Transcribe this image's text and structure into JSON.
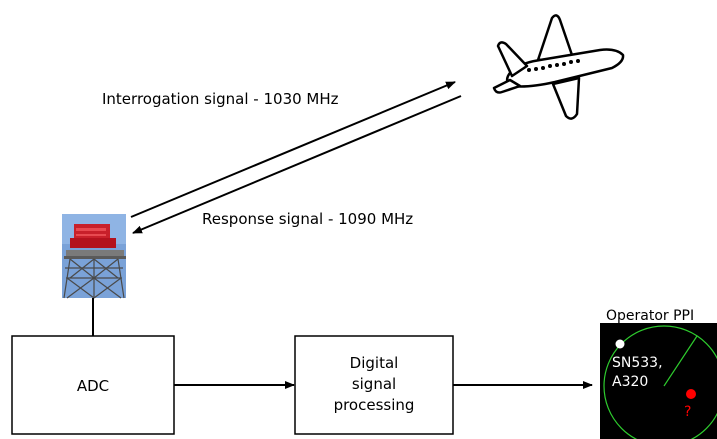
{
  "diagram": {
    "interrogation_label": "Interrogation signal - 1030 MHz",
    "response_label": "Response signal - 1090 MHz",
    "adc_label": "ADC",
    "dsp_label_line1": "Digital",
    "dsp_label_line2": "signal",
    "dsp_label_line3": "processing",
    "ppi_title": "Operator PPI",
    "ppi_target_line1": "SN533,",
    "ppi_target_line2": "A320",
    "ppi_unknown_mark": "?"
  },
  "colors": {
    "ppi_background": "#000000",
    "ppi_ring": "#2ecc2e",
    "known_target": "#ffffff",
    "unknown_target": "#ff0000"
  }
}
